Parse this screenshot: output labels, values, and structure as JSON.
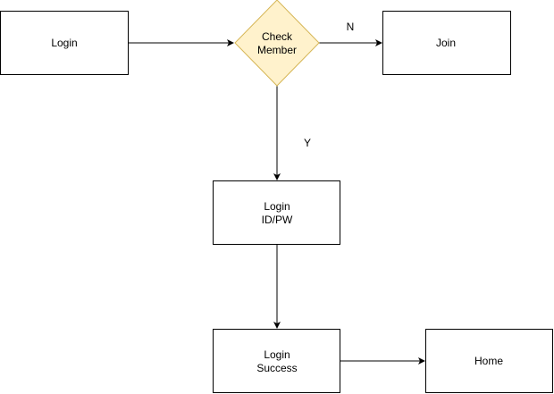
{
  "diagram": {
    "nodes": {
      "login": {
        "lines": [
          "Login"
        ]
      },
      "check_member": {
        "lines": [
          "Check",
          "Member"
        ]
      },
      "join": {
        "lines": [
          "Join"
        ]
      },
      "login_idpw": {
        "lines": [
          "Login",
          "ID/PW"
        ]
      },
      "login_success": {
        "lines": [
          "Login",
          "Success"
        ]
      },
      "home": {
        "lines": [
          "Home"
        ]
      }
    },
    "edges": {
      "no_label": "N",
      "yes_label": "Y"
    },
    "colors": {
      "decision_fill": "#fff2cc",
      "decision_stroke": "#d6b656",
      "box_stroke": "#000000"
    }
  }
}
